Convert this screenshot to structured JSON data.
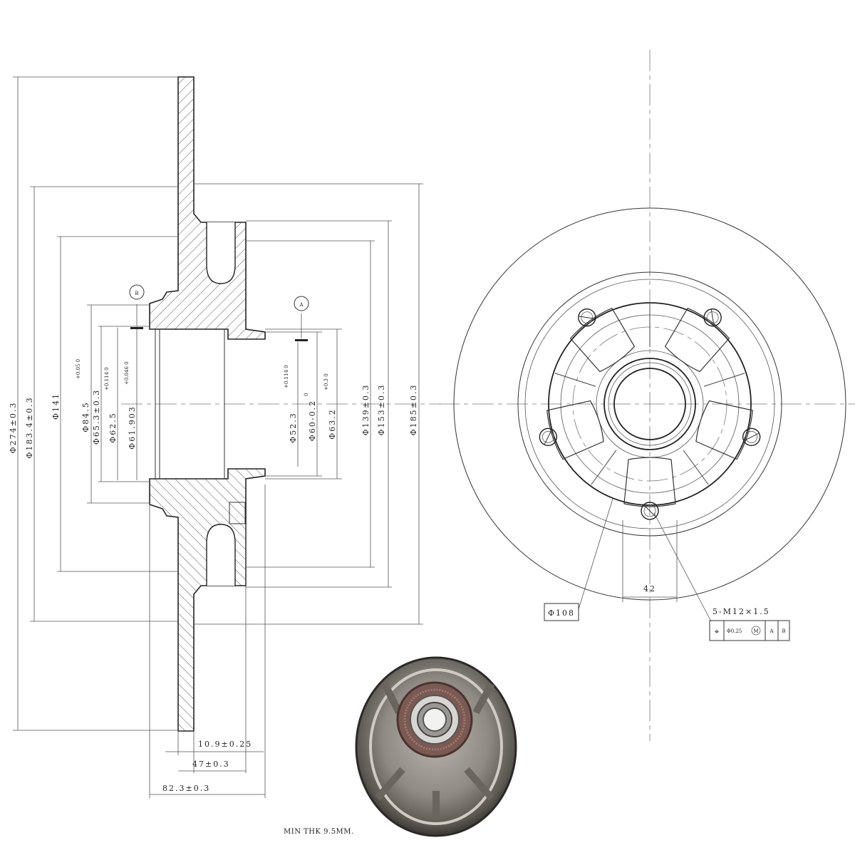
{
  "section_view": {
    "dims_left": [
      "Φ274±0.3",
      "Φ183.4±0.3",
      "Φ141",
      "Φ84.5",
      "Φ65.3±0.3",
      "Φ62.5",
      "Φ61.903"
    ],
    "tol_84_5": "+0.05 0",
    "tol_62_5": "+0.114 0",
    "tol_61_903": "+0.046 0",
    "dims_right": [
      "Φ52.3",
      "Φ60-0.2",
      "Φ63.2",
      "Φ139±0.3",
      "Φ153±0.3",
      "Φ185±0.3"
    ],
    "tol_52_3": "+0.114 0",
    "tol_60": "0",
    "tol_63_2": "+0.3 0",
    "datum_b": "B",
    "datum_a": "A",
    "width_dims": [
      "10.9±0.25",
      "47±0.3",
      "82.3±0.3"
    ],
    "note": "MIN THK 9.5MM."
  },
  "front_view": {
    "dim_42": "42",
    "pcd": "Φ108",
    "thread": "5-M12×1.5",
    "position_symbol": "⌖",
    "tolerance": "Φ0.25",
    "modifier": "M",
    "datum_a": "A",
    "datum_b": "B"
  }
}
